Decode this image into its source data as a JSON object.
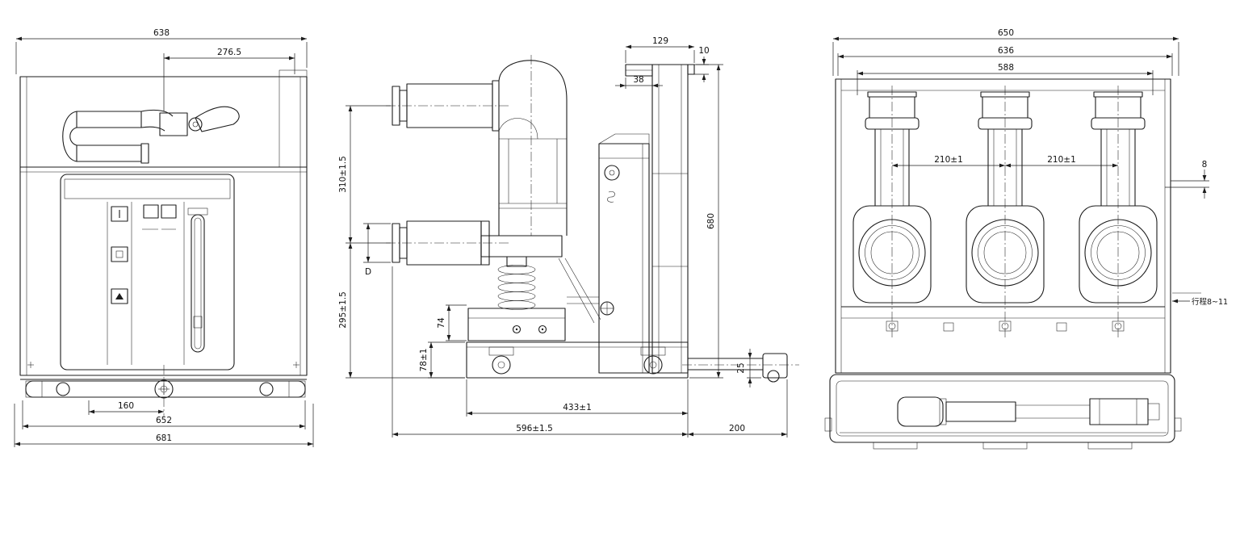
{
  "drawing": {
    "front": {
      "w_top": "638",
      "w_offset": "276.5",
      "w_wheel": "160",
      "w_base": "652",
      "w_overall": "681"
    },
    "side": {
      "d_top": "129",
      "d_bracket": "38",
      "h_bracket": "10",
      "h_upper": "310±1.5",
      "d_hole": "D",
      "h_lower": "295±1.5",
      "h_mech": "74",
      "h_base": "78±1",
      "h_total": "680",
      "h_arm": "25",
      "d_base": "433±1",
      "d_overall": "596±1.5",
      "d_ext": "200"
    },
    "rear": {
      "w1": "650",
      "w2": "636",
      "w3": "588",
      "pitch_l": "210±1",
      "pitch_r": "210±1",
      "gap": "8",
      "travel": "行程8~11"
    }
  }
}
